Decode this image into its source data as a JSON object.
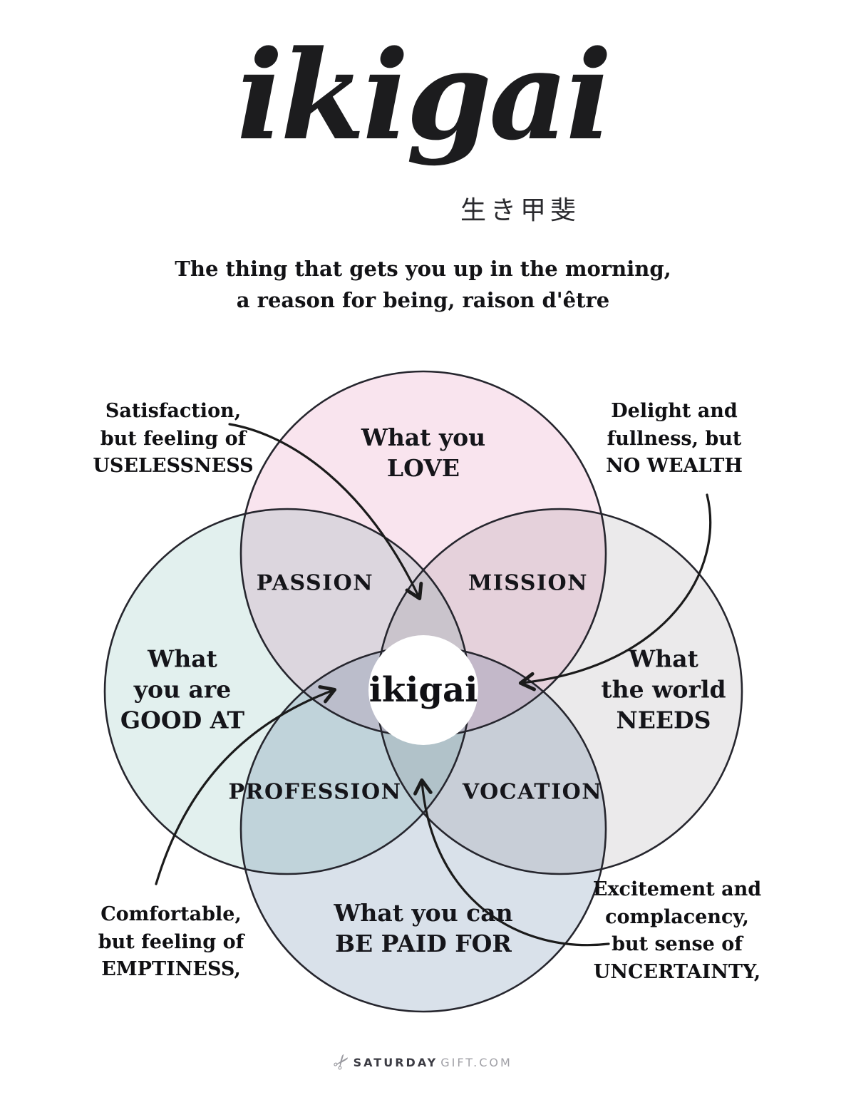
{
  "header": {
    "title": "ikigai",
    "title_kanji": "生き甲斐",
    "subtitle": "The thing that gets you up in the morning,\na reason for being, raison d'être"
  },
  "diagram": {
    "outline_color": "#26262e",
    "arrow_color": "#1b1b1b",
    "center_label": "ikigai",
    "circles": [
      {
        "id": "love",
        "label": "What you\nLOVE",
        "color": "#F9E4EE"
      },
      {
        "id": "good_at",
        "label": "What\nyou are\nGOOD AT",
        "color": "#E2F0EE"
      },
      {
        "id": "needs",
        "label": "What\nthe world\nNEEDS",
        "color": "#EBEAEB"
      },
      {
        "id": "paid_for",
        "label": "What you can\nBE PAID FOR",
        "color": "#D9E1EA"
      }
    ],
    "overlaps": {
      "passion": "PASSION",
      "mission": "MISSION",
      "profession": "PROFESSION",
      "vocation": "VOCATION"
    },
    "annotations": {
      "top_left": "Satisfaction,\nbut feeling of\nUSELESSNESS",
      "top_right": "Delight and\nfullness, but\nNO WEALTH",
      "bottom_left": "Comfortable,\nbut feeling of\nEMPTINESS,",
      "bottom_right": "Excitement and\ncomplacency,\nbut sense of\nUNCERTAINTY,"
    }
  },
  "footer": {
    "icon_glyph": "✂",
    "brand_bold": "SATURDAY",
    "brand_light": "GIFT.COM"
  }
}
